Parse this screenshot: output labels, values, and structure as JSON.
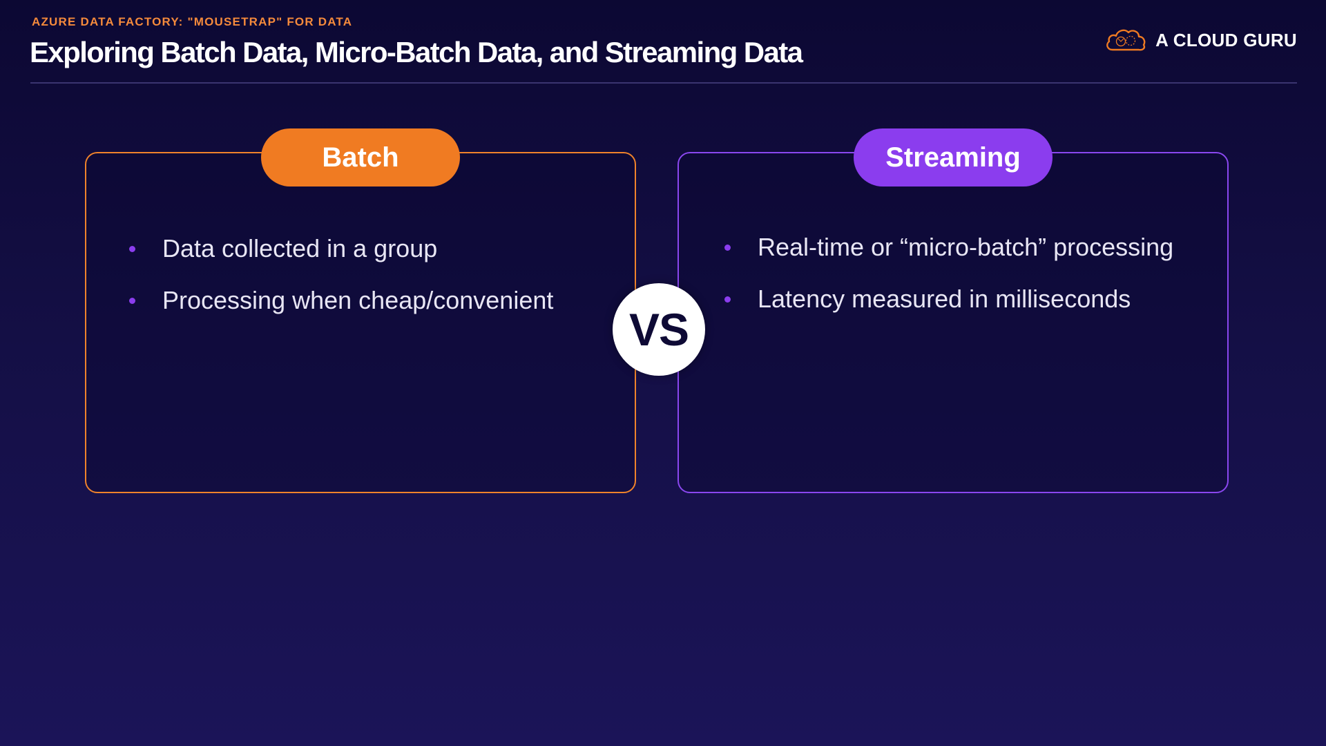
{
  "header": {
    "eyebrow": "AZURE DATA FACTORY: \"MOUSETRAP\" FOR DATA",
    "title": "Exploring Batch Data, Micro-Batch Data, and Streaming Data"
  },
  "brand": {
    "name": "A CLOUD GURU",
    "logo_icon": "cloud-logo-icon"
  },
  "cards": {
    "batch": {
      "label": "Batch",
      "items": [
        "Data collected in a group",
        "Processing when cheap/convenient"
      ]
    },
    "streaming": {
      "label": "Streaming",
      "items": [
        "Real-time or “micro-batch” processing",
        "Latency measured in milliseconds"
      ]
    }
  },
  "vs_label": "VS",
  "colors": {
    "accent_orange": "#f07b22",
    "accent_purple": "#8b3dee",
    "background": "#140f45"
  }
}
